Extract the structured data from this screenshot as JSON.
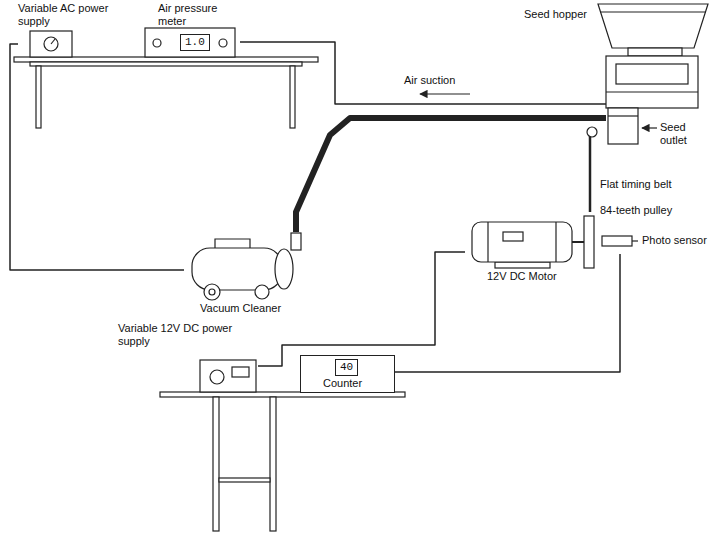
{
  "diagram": {
    "nodes": [
      {
        "text": [
          "Variable AC power supply"
        ]
      },
      {
        "text": [
          "Air pressure meter",
          "1.0"
        ]
      },
      {
        "text": [
          "Seed hopper"
        ]
      },
      {
        "text": [
          "Vacuum Cleaner"
        ]
      },
      {
        "text": [
          "12V DC Motor"
        ]
      },
      {
        "text": [
          "Photo sensor"
        ]
      },
      {
        "text": [
          "Variable 12V DC power supply"
        ]
      },
      {
        "text": [
          "Counter",
          "40"
        ]
      }
    ],
    "edges": [
      {
        "from": 0,
        "to": 3,
        "arrow": "none"
      },
      {
        "from": 1,
        "to": 2,
        "arrow": "none"
      },
      {
        "from": 3,
        "to": 2,
        "arrow": "none"
      },
      {
        "from": 4,
        "to": 2,
        "arrow": "none"
      },
      {
        "from": 4,
        "to": 6,
        "arrow": "none"
      },
      {
        "from": 5,
        "to": 7,
        "arrow": "none"
      }
    ],
    "labels": [
      "Air suction",
      "Seed outlet",
      "Flat timing belt",
      "84-teeth pulley"
    ]
  }
}
